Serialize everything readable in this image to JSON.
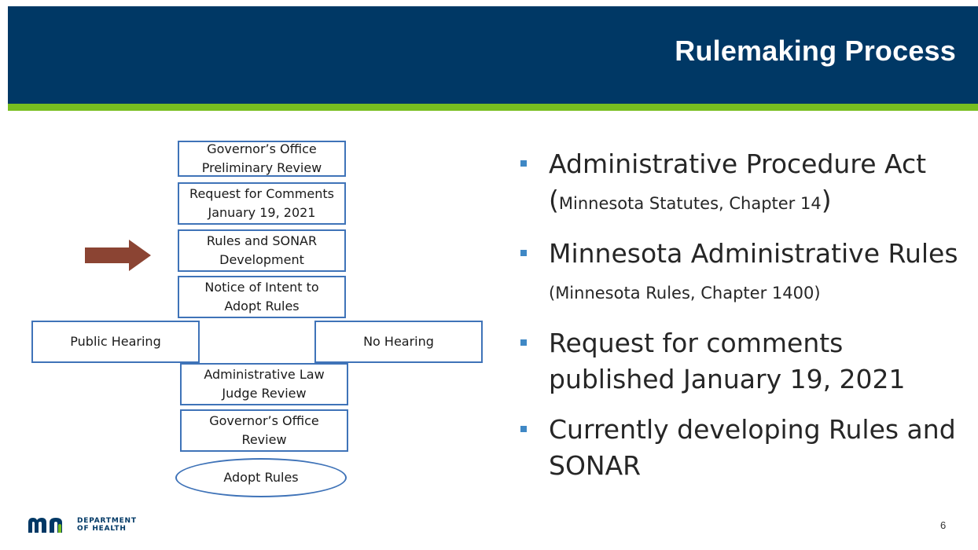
{
  "slide": {
    "title": "Rulemaking Process",
    "page_number": "6"
  },
  "colors": {
    "header": "#003865",
    "accent_green": "#78be20",
    "box_border": "#3f73b8",
    "arrow": "#8b4433",
    "bullet": "#3f88c5"
  },
  "flowchart": {
    "steps": [
      "Governor’s Office\nPreliminary Review",
      "Request for Comments\nJanuary 19, 2021",
      "Rules and SONAR\nDevelopment",
      "Notice of Intent to\nAdopt Rules",
      "Public Hearing",
      "No Hearing",
      "Administrative Law\nJudge Review",
      "Governor’s Office\nReview",
      "Adopt Rules"
    ],
    "current_step": "Rules and SONAR\nDevelopment",
    "current_marker_icon": "arrow-right-icon"
  },
  "bullets": [
    {
      "main": "Administrative Procedure Act",
      "open": "(",
      "detail": "Minnesota Statutes, Chapter 14",
      "close": ")"
    },
    {
      "main": "Minnesota Administrative Rules",
      "detail": "(Minnesota Rules, Chapter 1400)"
    },
    {
      "main": "Request for comments published January 19, 2021"
    },
    {
      "main": "Currently developing Rules and SONAR"
    }
  ],
  "logo": {
    "line1": "DEPARTMENT",
    "line2": "OF HEALTH",
    "icon": "mn-logo-icon"
  }
}
